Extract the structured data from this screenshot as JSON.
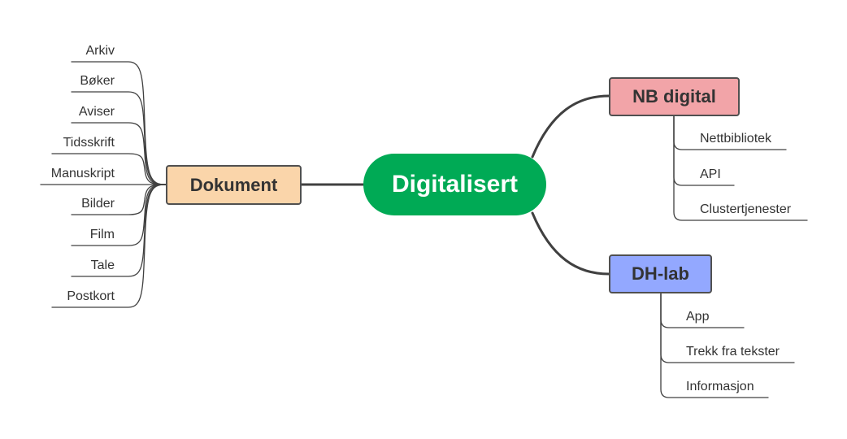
{
  "colors": {
    "root": "#00AA55",
    "dokument": "#FAD5AA",
    "nb_digital": "#F2A4A8",
    "dh_lab": "#93A8FF",
    "line": "#404040"
  },
  "mindmap": {
    "root": "Digitalisert",
    "dokument": {
      "label": "Dokument",
      "children": [
        "Arkiv",
        "Bøker",
        "Aviser",
        "Tidsskrift",
        "Manuskript",
        "Bilder",
        "Film",
        "Tale",
        "Postkort"
      ]
    },
    "nb_digital": {
      "label": "NB digital",
      "children": [
        "Nettbibliotek",
        "API",
        "Clustertjenester"
      ]
    },
    "dh_lab": {
      "label": "DH-lab",
      "children": [
        "App",
        "Trekk fra tekster",
        "Informasjon"
      ]
    }
  }
}
